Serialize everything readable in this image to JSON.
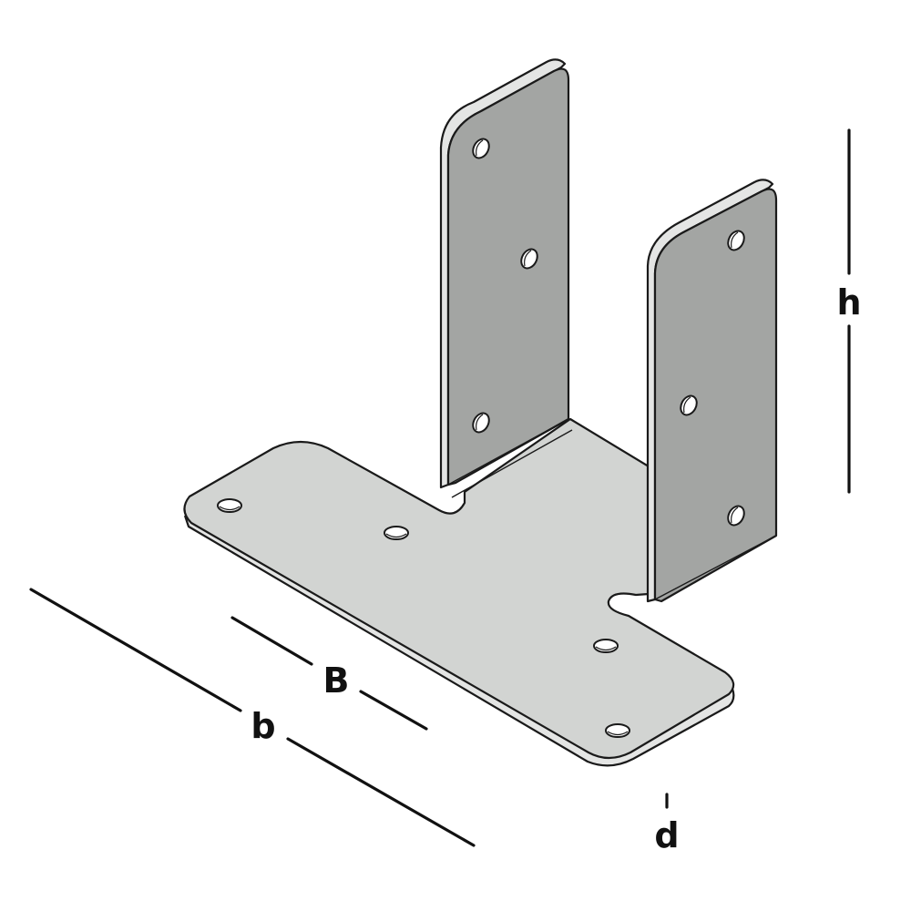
{
  "diagram": {
    "subject": "U-shaped post base bracket (T-plate with two upright flaps)",
    "colors": {
      "background": "#ffffff",
      "flap_fill": "#a3a5a3",
      "base_fill": "#d2d4d2",
      "edge_highlight": "#e4e5e4",
      "outline": "#1a1a1a",
      "dimension_line": "#111111"
    },
    "dimensions": {
      "h": {
        "label": "h",
        "meaning": "flap height"
      },
      "B": {
        "label": "B",
        "meaning": "inner width between flaps"
      },
      "b": {
        "label": "b",
        "meaning": "base plate length"
      },
      "d": {
        "label": "d",
        "meaning": "plate thickness"
      }
    },
    "holes": {
      "left_flap": 3,
      "right_flap": 3,
      "base_plate": 4
    }
  }
}
